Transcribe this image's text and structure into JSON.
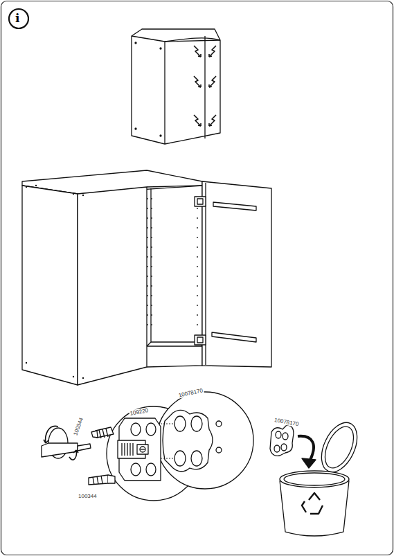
{
  "diagram": {
    "labels": [
      "i",
      "10078170",
      "109220",
      "100344",
      "100344",
      "10078170"
    ]
  }
}
